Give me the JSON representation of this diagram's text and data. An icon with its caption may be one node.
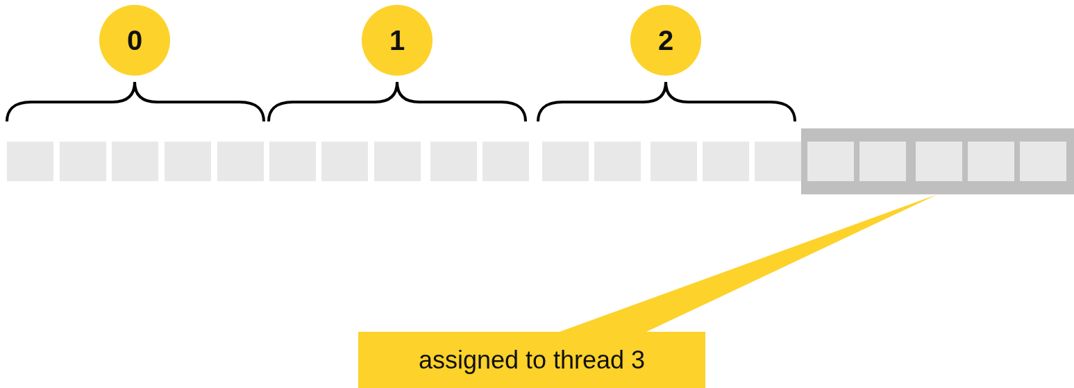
{
  "diagram": {
    "nodes": [
      {
        "text": [
          "0"
        ]
      },
      {
        "text": [
          "1"
        ]
      },
      {
        "text": [
          "2"
        ]
      },
      {
        "text": [],
        "shape": "box"
      },
      {
        "text": [],
        "shape": "box"
      },
      {
        "text": [],
        "shape": "box"
      },
      {
        "text": [],
        "shape": "box"
      },
      {
        "text": [],
        "shape": "box"
      },
      {
        "text": [],
        "shape": "box"
      },
      {
        "text": [],
        "shape": "box"
      },
      {
        "text": [],
        "shape": "box"
      },
      {
        "text": [],
        "shape": "box"
      },
      {
        "text": [],
        "shape": "box"
      },
      {
        "text": [],
        "shape": "box"
      },
      {
        "text": [],
        "shape": "box"
      },
      {
        "text": [],
        "shape": "box"
      },
      {
        "text": [],
        "shape": "box"
      },
      {
        "text": [],
        "shape": "box"
      },
      {
        "text": [],
        "shape": "box"
      },
      {
        "text": [],
        "shape": "box",
        "in": 18
      },
      {
        "text": [],
        "shape": "box",
        "in": 18
      },
      {
        "text": [],
        "shape": "box",
        "in": 18
      },
      {
        "text": [],
        "shape": "box",
        "in": 18
      },
      {
        "text": [],
        "shape": "box",
        "in": 18
      },
      {
        "text": [
          "assigned to thread 3"
        ]
      }
    ],
    "edges": [
      {
        "from": 24,
        "to": 18,
        "arrow": "none"
      }
    ]
  }
}
